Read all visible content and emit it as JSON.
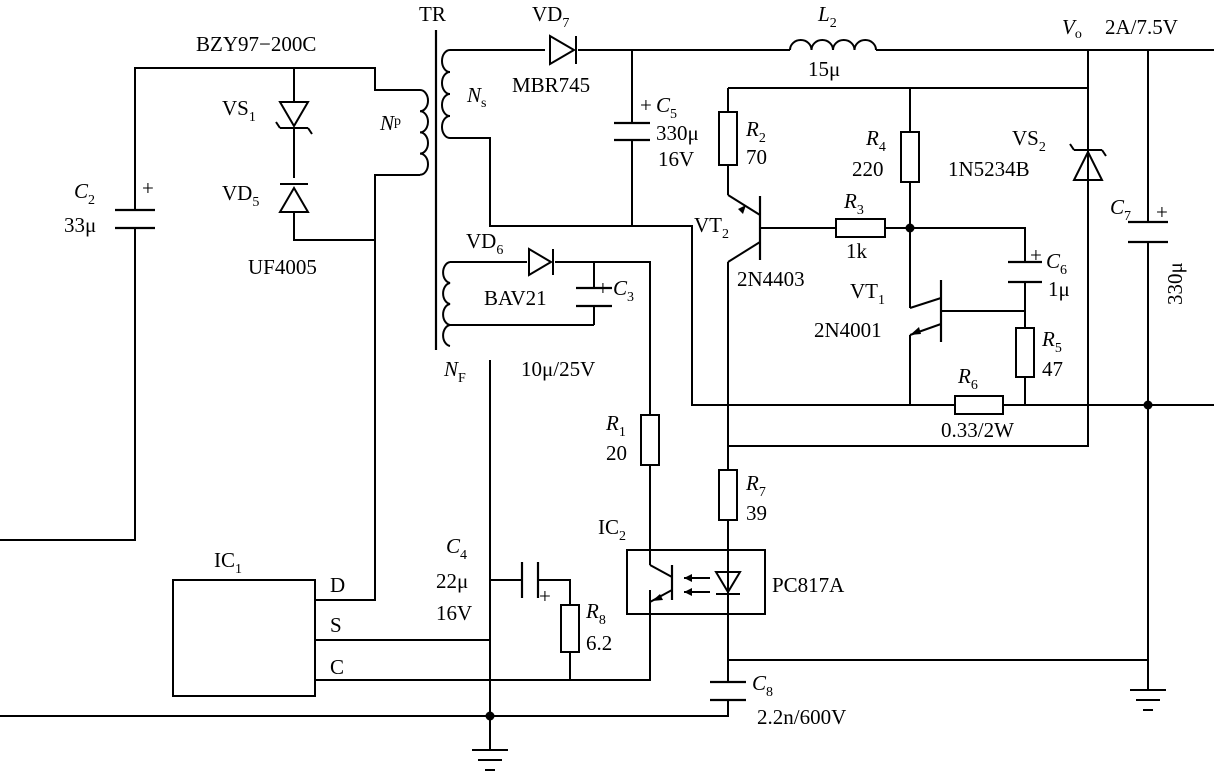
{
  "components": {
    "transformer": {
      "ref": "TR",
      "primary": "N",
      "primary_sub": "p",
      "secondary": "N",
      "secondary_sub": "s",
      "feedback": "N",
      "feedback_sub": "F"
    },
    "vs1": {
      "ref": "VS",
      "ref_sub": "1",
      "part": "BZY97−200C"
    },
    "vd5": {
      "ref": "VD",
      "ref_sub": "5",
      "part": "UF4005"
    },
    "c2": {
      "ref": "C",
      "ref_sub": "2",
      "value": "33μ",
      "pol": "+"
    },
    "vd7": {
      "ref": "VD",
      "ref_sub": "7",
      "part": "MBR745"
    },
    "l2": {
      "ref": "L",
      "ref_sub": "2",
      "value": "15μ"
    },
    "output": {
      "label": "V",
      "label_sub": "o",
      "rating": "2A/7.5V"
    },
    "c5": {
      "ref": "C",
      "ref_sub": "5",
      "value": "330μ",
      "voltage": "16V",
      "pol": "+"
    },
    "r2": {
      "ref": "R",
      "ref_sub": "2",
      "value": "70"
    },
    "r4": {
      "ref": "R",
      "ref_sub": "4",
      "value": "220"
    },
    "vs2": {
      "ref": "VS",
      "ref_sub": "2",
      "part": "1N5234B"
    },
    "c7": {
      "ref": "C",
      "ref_sub": "7",
      "value": "330μ",
      "pol": "+"
    },
    "vt2": {
      "ref": "VT",
      "ref_sub": "2",
      "part": "2N4403"
    },
    "r3": {
      "ref": "R",
      "ref_sub": "3",
      "value": "1k"
    },
    "c6": {
      "ref": "C",
      "ref_sub": "6",
      "value": "1μ",
      "pol": "+"
    },
    "vt1": {
      "ref": "VT",
      "ref_sub": "1",
      "part": "2N4001"
    },
    "r5": {
      "ref": "R",
      "ref_sub": "5",
      "value": "47"
    },
    "r6": {
      "ref": "R",
      "ref_sub": "6",
      "value": "0.33/2W"
    },
    "vd6": {
      "ref": "VD",
      "ref_sub": "6",
      "part": "BAV21"
    },
    "c3": {
      "ref": "C",
      "ref_sub": "3",
      "value": "10μ/25V",
      "pol": "+"
    },
    "r1": {
      "ref": "R",
      "ref_sub": "1",
      "value": "20"
    },
    "r7": {
      "ref": "R",
      "ref_sub": "7",
      "value": "39"
    },
    "ic2": {
      "ref": "IC",
      "ref_sub": "2",
      "part": "PC817A"
    },
    "c4": {
      "ref": "C",
      "ref_sub": "4",
      "value": "22μ",
      "voltage": "16V",
      "pol": "+"
    },
    "r8": {
      "ref": "R",
      "ref_sub": "8",
      "value": "6.2"
    },
    "ic1": {
      "ref": "IC",
      "ref_sub": "1",
      "pin_d": "D",
      "pin_s": "S",
      "pin_c": "C"
    },
    "c8": {
      "ref": "C",
      "ref_sub": "8",
      "value": "2.2n/600V"
    }
  }
}
